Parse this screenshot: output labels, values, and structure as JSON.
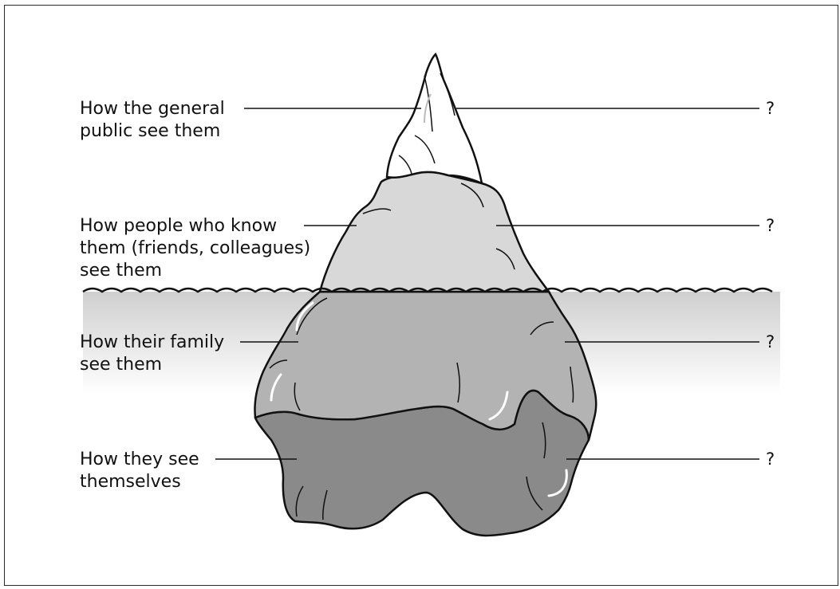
{
  "labels": [
    {
      "lines": [
        "How the general",
        "public see them"
      ],
      "answer": "?"
    },
    {
      "lines": [
        "How people who know",
        "them (friends, colleagues)",
        "see them"
      ],
      "answer": "?"
    },
    {
      "lines": [
        "How their family",
        "see them"
      ],
      "answer": "?"
    },
    {
      "lines": [
        "How they see",
        "themselves"
      ],
      "answer": "?"
    }
  ],
  "colors": {
    "tip": "#ffffff",
    "upper_visible": "#d8d8d8",
    "family_layer": "#b3b3b3",
    "self_layer": "#8a8a8a",
    "water_gradient_top": "#cfcfcf",
    "outline": "#111111"
  }
}
